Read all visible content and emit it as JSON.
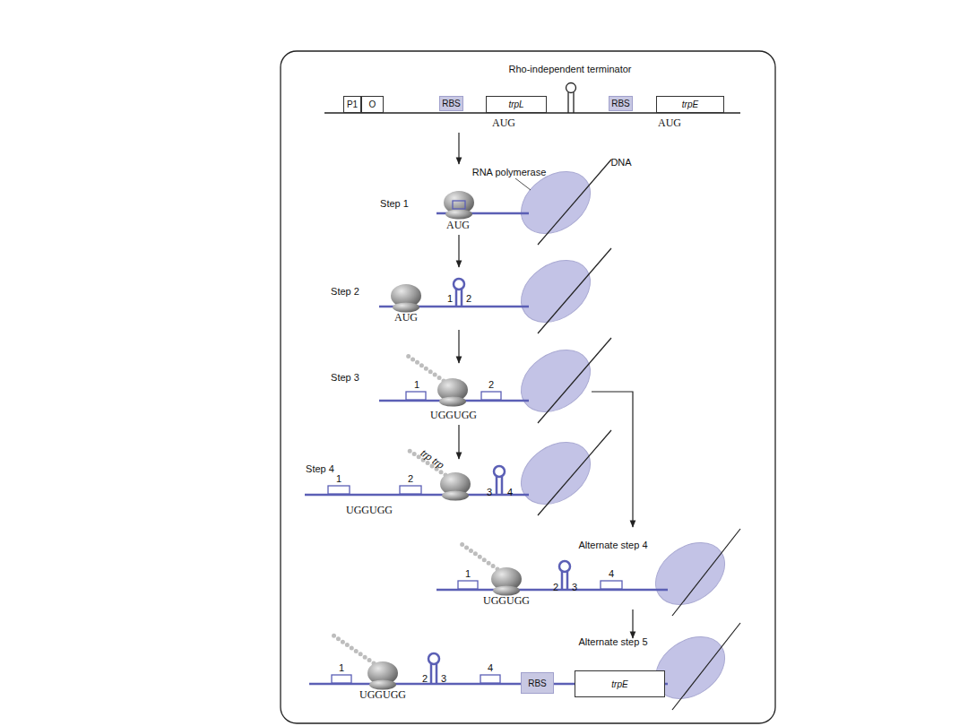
{
  "diagram": {
    "nodes": [
      {
        "text": [
          "P1"
        ]
      },
      {
        "text": [
          "O"
        ]
      },
      {
        "text": [
          "RBS"
        ]
      },
      {
        "text": [
          "trpL"
        ]
      },
      {
        "text": [
          "RBS"
        ]
      },
      {
        "text": [
          "trpE"
        ]
      },
      {
        "text": [
          "RBS"
        ]
      },
      {
        "text": [
          "trpE"
        ]
      }
    ],
    "labels": [
      "Rho-independent terminator",
      "AUG",
      "AUG",
      "RNA polymerase",
      "DNA",
      "Step 1",
      "AUG",
      "Step 2",
      "1",
      "2",
      "AUG",
      "Step 3",
      "1",
      "2",
      "UGGUGG",
      "Step 4",
      "trp trp",
      "1",
      "2",
      "3",
      "4",
      "UGGUGG",
      "Alternate step 4",
      "1",
      "2",
      "3",
      "4",
      "UGGUGG",
      "Alternate step 5",
      "1",
      "2",
      "3",
      "4",
      "UGGUGG"
    ]
  }
}
